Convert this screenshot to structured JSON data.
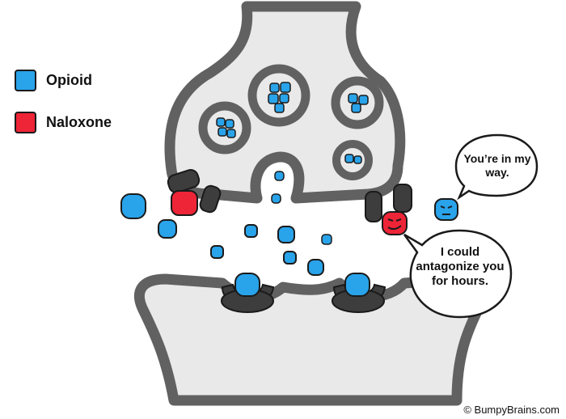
{
  "legend": {
    "opioid": {
      "label": "Opioid",
      "color": "#29a3ea"
    },
    "naloxone": {
      "label": "Naloxone",
      "color": "#ee2437"
    }
  },
  "speech": {
    "opioid_says": "You’re in my way.",
    "naloxone_says": "I could antagonize you for hours."
  },
  "credit": "© BumpyBrains.com",
  "colors": {
    "membrane": "#616161",
    "outline": "#1a1a1a",
    "cleft": "#e9e9e9",
    "receptor": "#3d3d3d"
  }
}
